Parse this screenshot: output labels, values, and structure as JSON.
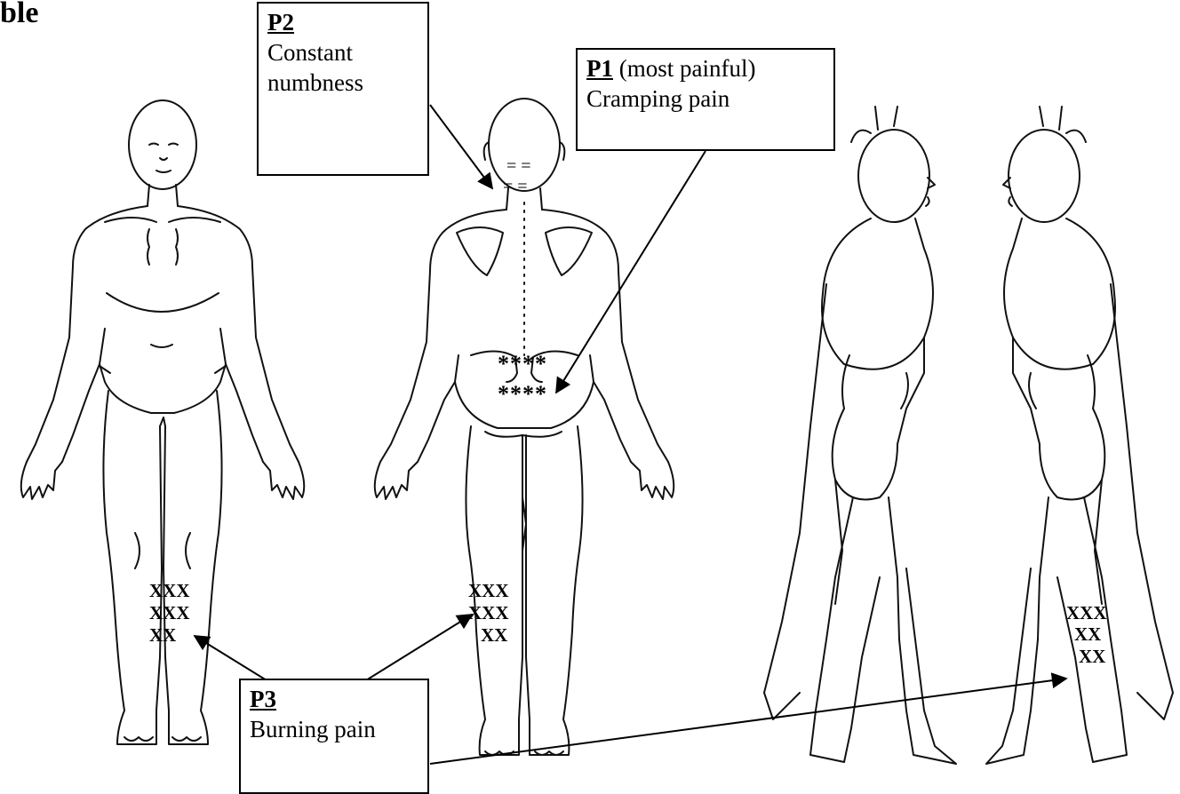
{
  "title_fragment": "ble",
  "callouts": {
    "p1": {
      "label": "P1",
      "qualifier": " (most painful)",
      "description": "Cramping pain"
    },
    "p2": {
      "label": "P2",
      "description_line1": "Constant",
      "description_line2": "numbness"
    },
    "p3": {
      "label": "P3",
      "description": "Burning pain"
    }
  },
  "markings": {
    "neck_row1": "= =",
    "neck_row2": "=  =",
    "lower_back_row1": "****",
    "lower_back_row2": "****",
    "front_leg_row1": "XXX",
    "front_leg_row2": "XXX",
    "front_leg_row3": "XX",
    "back_leg_row1": "XXX",
    "back_leg_row2": "XXX",
    "back_leg_row3": "XX",
    "side_leg_row1": "XXX",
    "side_leg_row2": "XX",
    "side_leg_row3": "XX"
  },
  "figures": [
    "front-view",
    "back-view",
    "right-side-view",
    "left-side-view"
  ]
}
